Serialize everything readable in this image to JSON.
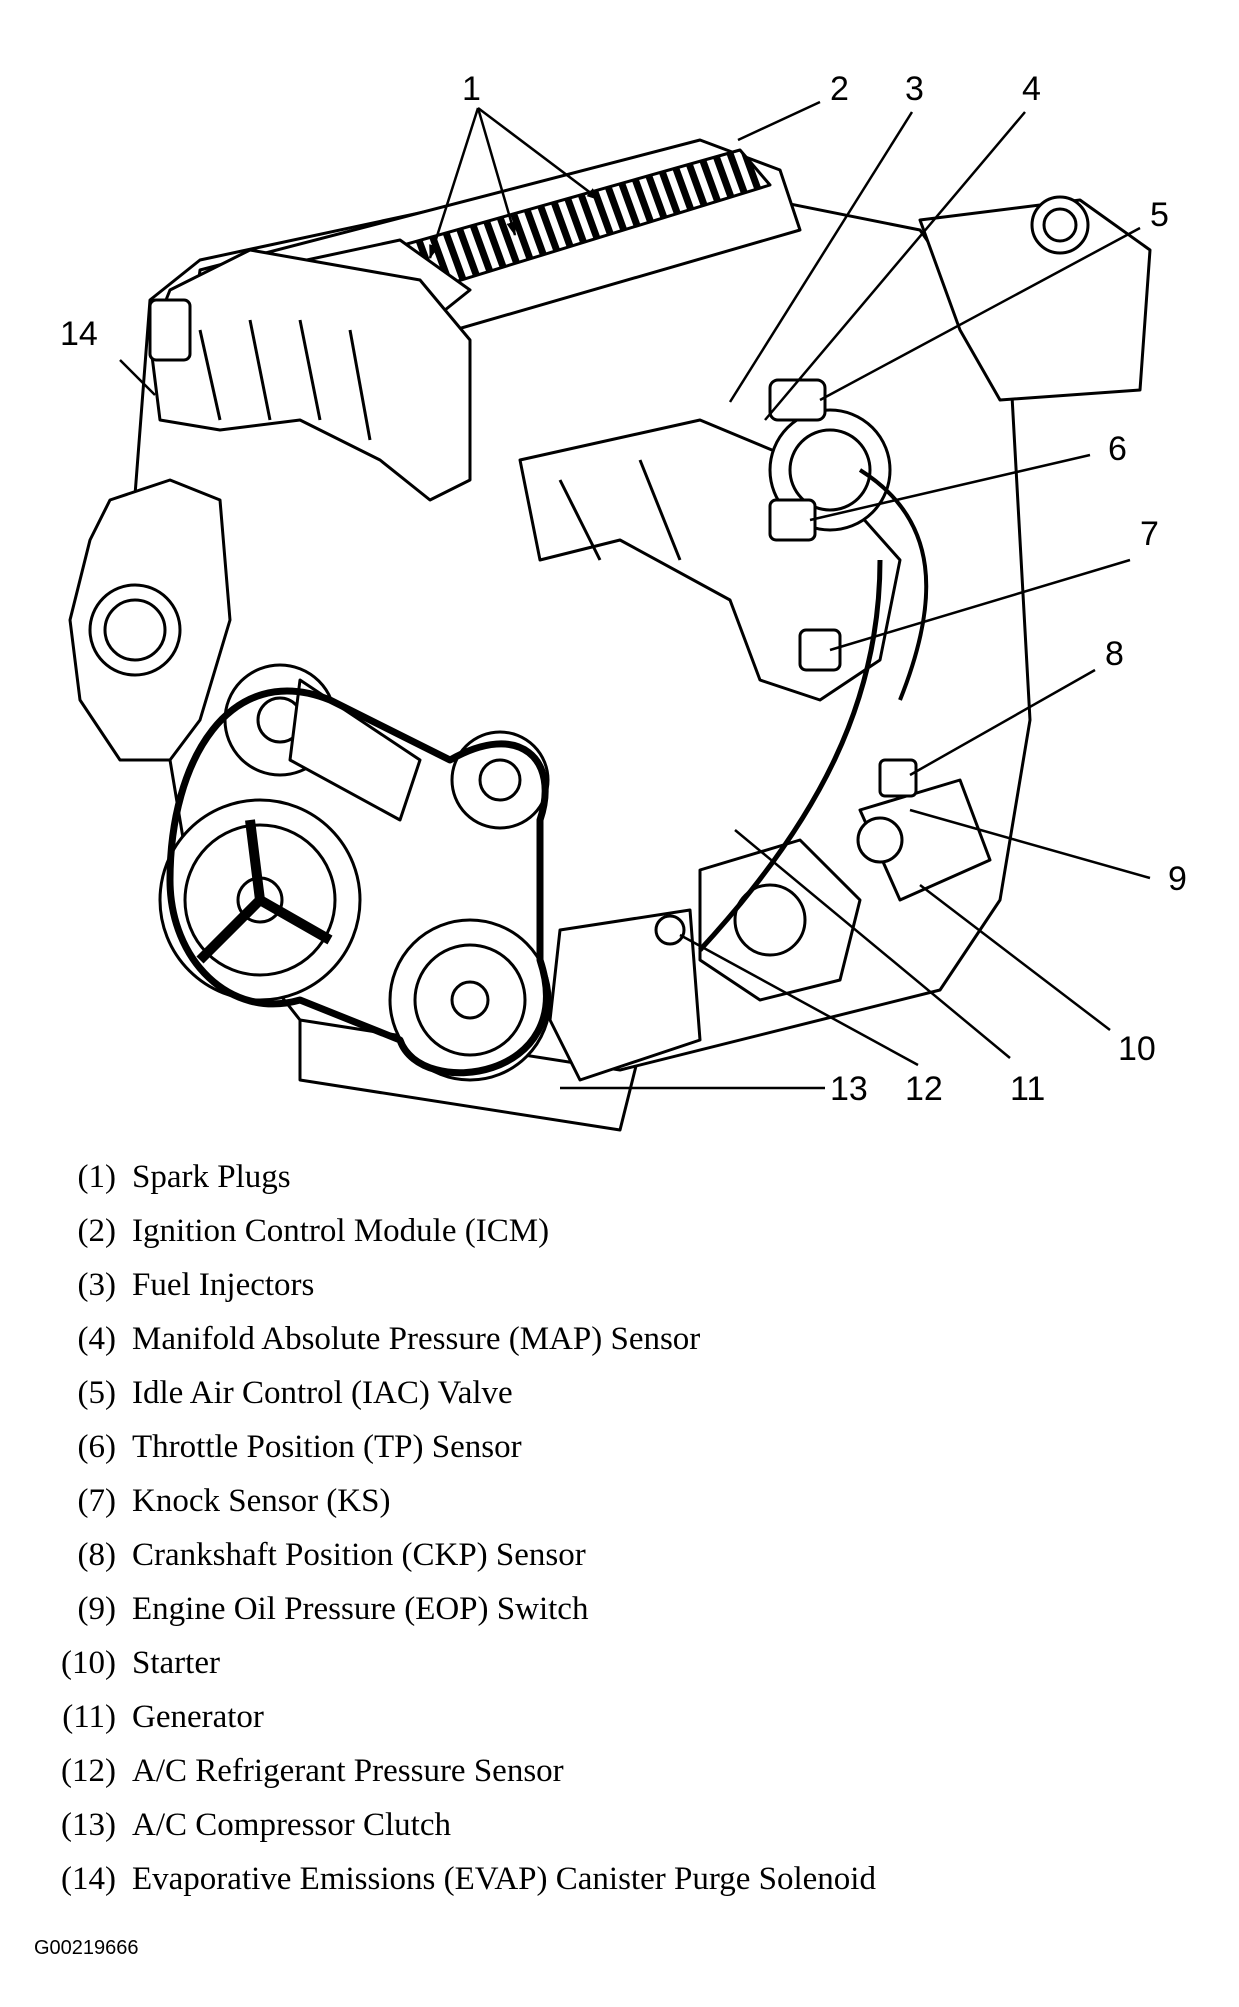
{
  "callouts": [
    {
      "num": "1",
      "label": "Spark Plugs"
    },
    {
      "num": "2",
      "label": "Ignition Control Module (ICM)"
    },
    {
      "num": "3",
      "label": "Fuel Injectors"
    },
    {
      "num": "4",
      "label": "Manifold Absolute Pressure (MAP) Sensor"
    },
    {
      "num": "5",
      "label": "Idle Air Control (IAC) Valve"
    },
    {
      "num": "6",
      "label": "Throttle Position (TP) Sensor"
    },
    {
      "num": "7",
      "label": "Knock Sensor (KS)"
    },
    {
      "num": "8",
      "label": "Crankshaft Position (CKP) Sensor"
    },
    {
      "num": "9",
      "label": "Engine Oil Pressure (EOP) Switch"
    },
    {
      "num": "10",
      "label": "Starter"
    },
    {
      "num": "11",
      "label": "Generator"
    },
    {
      "num": "12",
      "label": "A/C Refrigerant Pressure Sensor"
    },
    {
      "num": "13",
      "label": "A/C Compressor Clutch"
    },
    {
      "num": "14",
      "label": "Evaporative Emissions (EVAP) Canister Purge Solenoid"
    }
  ],
  "legend": [
    {
      "num": "(1)",
      "label": "Spark Plugs"
    },
    {
      "num": "(2)",
      "label": "Ignition Control Module (ICM)"
    },
    {
      "num": "(3)",
      "label": "Fuel Injectors"
    },
    {
      "num": "(4)",
      "label": "Manifold Absolute Pressure (MAP) Sensor"
    },
    {
      "num": "(5)",
      "label": "Idle Air Control (IAC) Valve"
    },
    {
      "num": "(6)",
      "label": "Throttle Position (TP) Sensor"
    },
    {
      "num": "(7)",
      "label": "Knock Sensor (KS)"
    },
    {
      "num": "(8)",
      "label": "Crankshaft Position (CKP) Sensor"
    },
    {
      "num": "(9)",
      "label": "Engine Oil Pressure (EOP) Switch"
    },
    {
      "num": "(10)",
      "label": "Starter"
    },
    {
      "num": "(11)",
      "label": "Generator"
    },
    {
      "num": "(12)",
      "label": "A/C Refrigerant Pressure Sensor"
    },
    {
      "num": "(13)",
      "label": "A/C Compressor Clutch"
    },
    {
      "num": "(14)",
      "label": "Evaporative Emissions (EVAP) Canister Purge Solenoid"
    }
  ],
  "figure_id": "G00219666"
}
